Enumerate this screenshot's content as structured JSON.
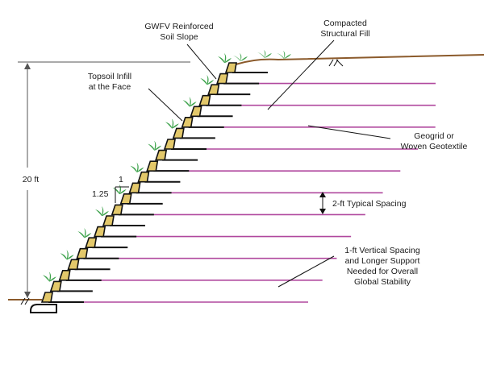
{
  "labels": {
    "gwfv_line1": "GWFV Reinforced",
    "gwfv_line2": "Soil Slope",
    "fill_line1": "Compacted",
    "fill_line2": "Structural Fill",
    "topsoil_line1": "Topsoil Infill",
    "topsoil_line2": "at the Face",
    "geogrid_line1": "Geogrid or",
    "geogrid_line2": "Woven Geotextile",
    "height": "20 ft",
    "slope_run": "1",
    "slope_rise": "1.25",
    "spacing": "2-ft Typical Spacing",
    "note_line1": "1-ft Vertical Spacing",
    "note_line2": "and Longer Support",
    "note_line3": "Needed for Overall",
    "note_line4": "Global Stability"
  },
  "colors": {
    "geogrid": "#b0489e",
    "ground": "#8b5a2b",
    "bag_fill": "#e3c86a",
    "plant": "#3fa34d",
    "outline": "#111111",
    "dimension": "#555555"
  },
  "icons": {
    "plants": "plant-sprout-icon",
    "ground_hatch": "ground-hatch-icon"
  }
}
